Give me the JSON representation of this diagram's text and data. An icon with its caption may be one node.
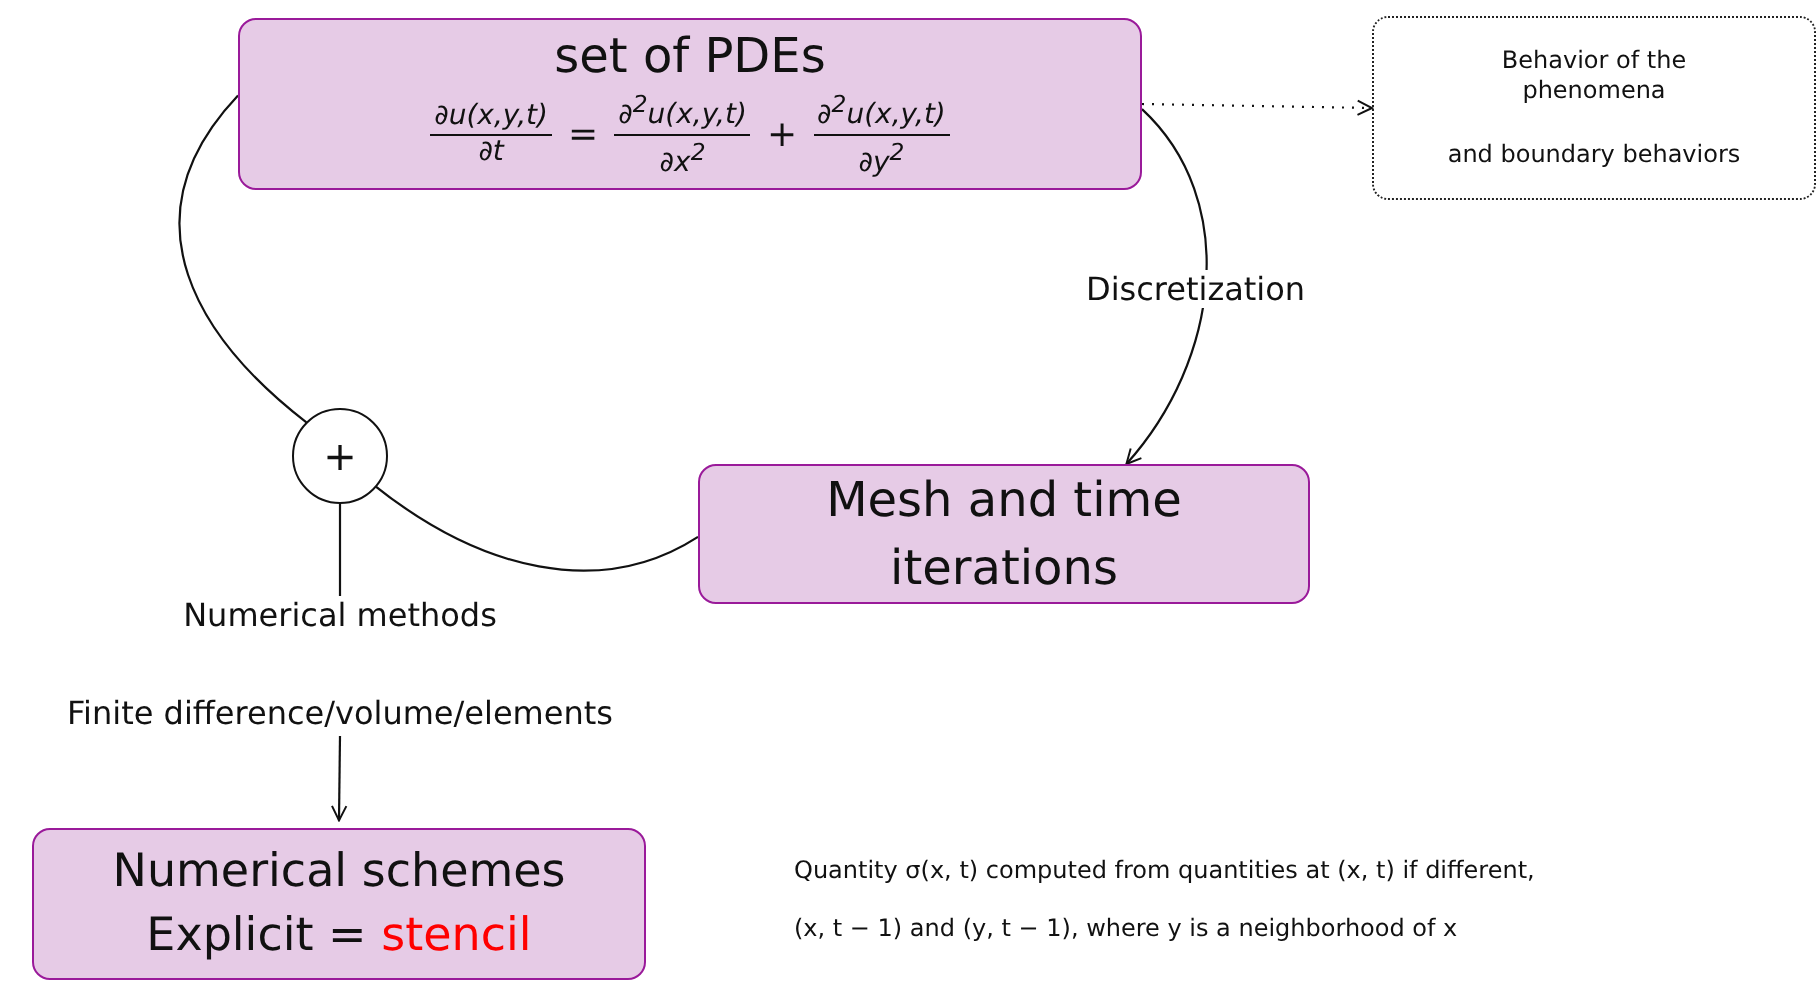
{
  "diagram": {
    "nodes": [
      {
        "text": [
          "set of PDEs",
          "∂u(x,y,t) ∂t = ∂$^{2}$u(x,y,t) ∂x$^{2}$ + ∂$^{2}$u(x,y,t) ∂y$^{2}$"
        ]
      },
      {
        "text": [
          "Behavior of the phenomena",
          "and boundary behaviors"
        ]
      },
      {
        "text": [
          "+"
        ]
      },
      {
        "text": [
          "Mesh and time iterations"
        ]
      },
      {
        "text": [
          "Numerical methods",
          "Finite difference/volume/elements"
        ]
      },
      {
        "text": [
          "Numerical schemes",
          "Explicit =",
          "stencil"
        ]
      }
    ],
    "edges": [
      {
        "from": 0,
        "to": 1,
        "arrow": "to",
        "style": "dashed"
      },
      {
        "from": 0,
        "to": 3,
        "arrow": "to",
        "label": "Discretization"
      },
      {
        "from": 0,
        "to": 2,
        "arrow": "none"
      },
      {
        "from": 3,
        "to": 2,
        "arrow": "none"
      },
      {
        "from": 2,
        "to": 4,
        "arrow": "none"
      },
      {
        "from": 4,
        "to": 5,
        "arrow": "to"
      }
    ],
    "labels": [
      "Quantity σ(x, t) computed from quantities at (x, t) if different,",
      "(x, t − 1) and (y, t − 1), where y is a neighborhood of x"
    ]
  }
}
